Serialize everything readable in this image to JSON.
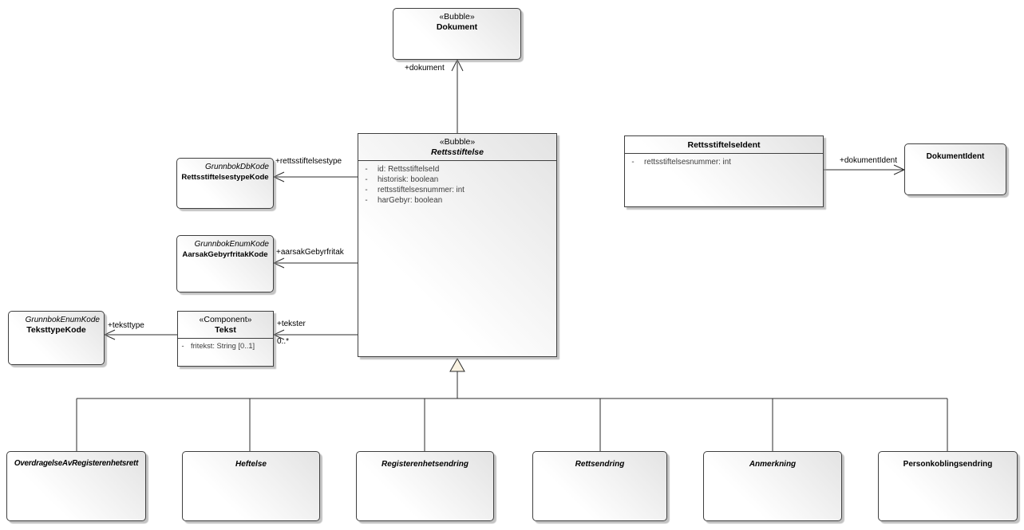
{
  "colors": {
    "background": "#ffffff",
    "node_border": "#3f3f3f",
    "node_fill_light": "#ffffff",
    "node_fill_dark": "#e3e3e3",
    "attribute_text": "#3c3c3c",
    "title_text": "#000000",
    "generalization_triangle_fill": "#faf3e2"
  },
  "nodes": {
    "dokument": {
      "stereotype": "«Bubble»",
      "name": "Dokument"
    },
    "rettsstiftelse": {
      "stereotype": "«Bubble»",
      "name": "Rettsstiftelse",
      "attributes": [
        {
          "vis": "-",
          "text": "id: RettsstiftelseId"
        },
        {
          "vis": "-",
          "text": "historisk: boolean"
        },
        {
          "vis": "-",
          "text": "rettsstiftelsesnummer: int"
        },
        {
          "vis": "-",
          "text": "harGebyr: boolean"
        }
      ]
    },
    "rettsstiftelseident": {
      "name": "RettsstiftelseIdent",
      "attributes": [
        {
          "vis": "-",
          "text": "rettsstiftelsesnummer: int"
        }
      ]
    },
    "dokumentident": {
      "name": "DokumentIdent"
    },
    "rettsstiftelsestypekode": {
      "tagline": "GrunnbokDbKode",
      "name": "RettsstiftelsestypeKode"
    },
    "aarsakgebyrfritakkode": {
      "tagline": "GrunnbokEnumKode",
      "name": "AarsakGebyrfritakKode"
    },
    "teksttypekode": {
      "tagline": "GrunnbokEnumKode",
      "name": "TeksttypeKode"
    },
    "tekst": {
      "stereotype": "«Component»",
      "name": "Tekst",
      "attributes": [
        {
          "vis": "-",
          "text": "fritekst: String [0..1]"
        }
      ]
    },
    "overdragelseavregisterenhetsrett": {
      "name": "OverdragelseAvRegisterenhetsrett"
    },
    "heftelse": {
      "name": "Heftelse"
    },
    "registerenhetsendring": {
      "name": "Registerenhetsendring"
    },
    "rettsendring": {
      "name": "Rettsendring"
    },
    "anmerkning": {
      "name": "Anmerkning"
    },
    "personkoblingsendring": {
      "name": "Personkoblingsendring"
    }
  },
  "connectors": {
    "dokument": {
      "label": "+dokument"
    },
    "rettsstiftelsestype": {
      "label": "+rettsstiftelsestype"
    },
    "aarsakgebyrfritak": {
      "label": "+aarsakGebyrfritak"
    },
    "tekster": {
      "label": "+tekster",
      "multiplicity": "0..*"
    },
    "teksttype": {
      "label": "+teksttype"
    },
    "dokumentident": {
      "label": "+dokumentIdent"
    }
  }
}
